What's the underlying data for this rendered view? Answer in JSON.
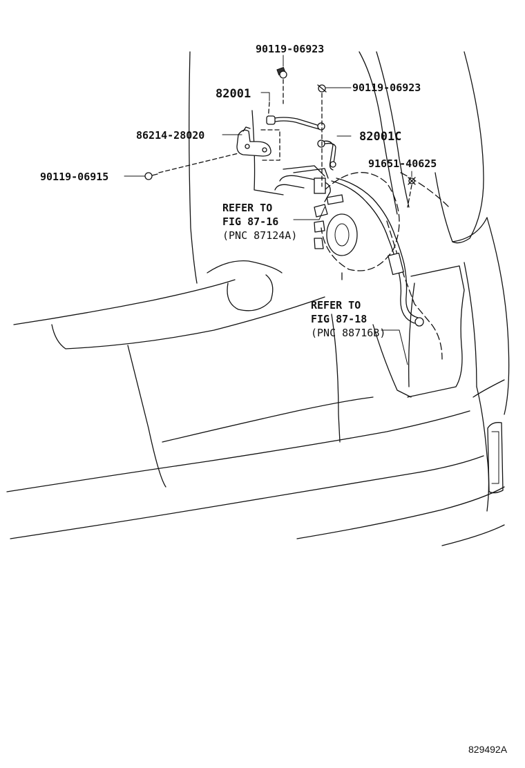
{
  "labels": {
    "bolt_top": "90119-06923",
    "bolt_right": "90119-06923",
    "wire_main": "82001",
    "wire_c": "82001C",
    "bracket": "86214-28020",
    "bolt_left": "90119-06915",
    "screw": "91651-40625",
    "ref1_line1": "REFER TO",
    "ref1_line2": "FIG 87-16",
    "ref1_line3": "(PNC 87124A)",
    "ref2_line1": "REFER TO",
    "ref2_line2": "FIG 87-18",
    "ref2_line3": "(PNC 88716B)",
    "diagram_id": "829492A"
  }
}
